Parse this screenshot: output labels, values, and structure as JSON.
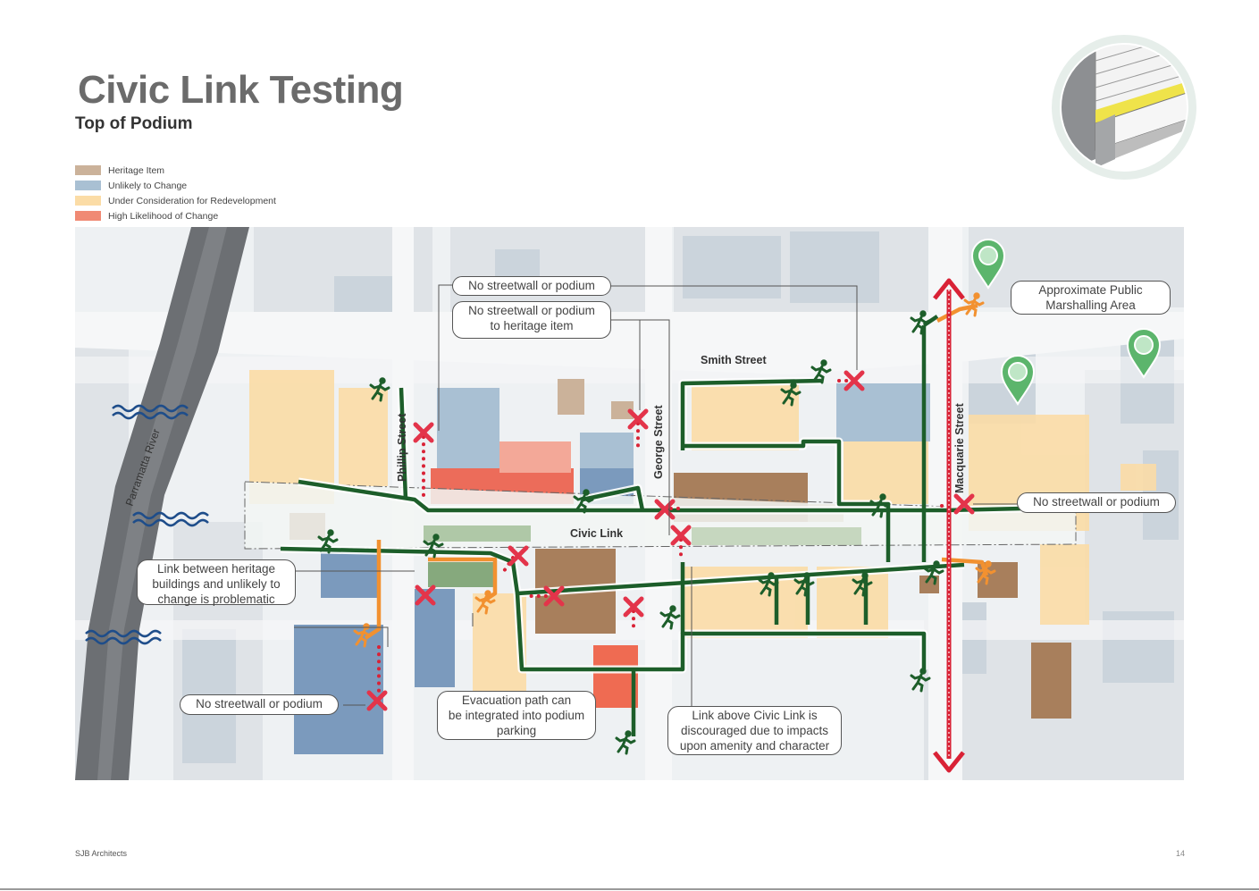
{
  "title": "Civic Link Testing",
  "subtitle": "Top of Podium",
  "legend": [
    {
      "label": "Heritage Item",
      "color": "#cbb29a"
    },
    {
      "label": "Unlikely to Change",
      "color": "#a9c0d3"
    },
    {
      "label": "Under Consideration for Redevelopment",
      "color": "#fbdca6"
    },
    {
      "label": "High Likelihood of Change",
      "color": "#f08a74"
    }
  ],
  "streets": {
    "phillip": "Phillip Street",
    "george": "George Street",
    "smith": "Smith Street",
    "macquarie": "Macquarie Street",
    "civic_link": "Civic Link",
    "river": "Parramatta River"
  },
  "callouts": {
    "no_streetwall_top": "No streetwall or podium",
    "no_streetwall_heritage": [
      "No streetwall or podium",
      "to heritage item"
    ],
    "marshalling": [
      "Approximate Public",
      "Marshalling Area"
    ],
    "no_streetwall_right": "No streetwall or podium",
    "link_heritage": [
      "Link between heritage",
      "buildings and unlikely to",
      "change is problematic"
    ],
    "no_streetwall_bottom": "No streetwall or podium",
    "evacuation": [
      "Evacuation path can",
      "be integrated into podium",
      "parking"
    ],
    "link_above": [
      "Link above Civic Link is",
      "discouraged due to impacts",
      "upon amenity and character"
    ]
  },
  "colors": {
    "egress_path": "#1d5e2a",
    "alt_path": "#f29130",
    "blocked": "#e3344a",
    "marker": "#5cb56c"
  },
  "footer": {
    "left": "SJB Architects",
    "page": "14"
  }
}
